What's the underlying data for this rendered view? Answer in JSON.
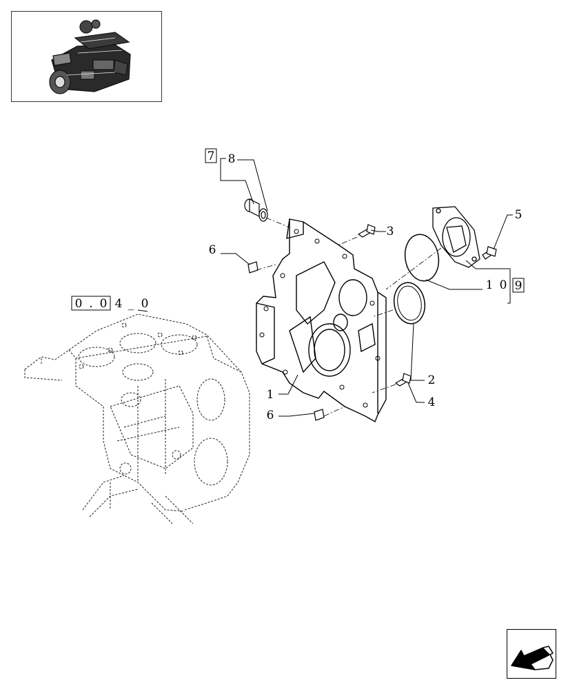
{
  "diagram": {
    "callouts": {
      "c1": "1",
      "c2": "2",
      "c3": "3",
      "c4": "4",
      "c5": "5",
      "c6a": "6",
      "c6b": "6",
      "c7": "7",
      "c8": "8",
      "c9": "9",
      "c10a": "1",
      "c10b": "0"
    },
    "reference": {
      "d1": "0",
      "dot": ".",
      "d2": "0",
      "d3": "4",
      "dash": "_",
      "d4": "0"
    }
  },
  "thumbnail": {
    "icon": "engine-thumbnail-icon"
  },
  "navigation": {
    "icon": "next-page-arrow-icon"
  }
}
